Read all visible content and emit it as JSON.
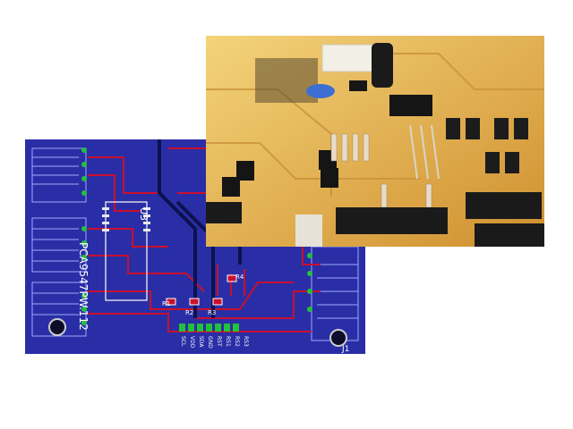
{
  "layout": {
    "chip_name": "PCA9547PW.112",
    "chip_ref": "U3",
    "connector_ref": "J1",
    "resistor_refs": [
      "R1",
      "R2",
      "R3",
      "R4"
    ],
    "header_pins": [
      "SCL",
      "VDD",
      "SDA",
      "GND",
      "RST",
      "RS1",
      "RS2",
      "RS3"
    ]
  },
  "colors": {
    "board": "#2a2ea6",
    "trace": "#c8102e",
    "pad": "#22c23a",
    "silkscreen": "#ffffff",
    "photo_board": "#e9b54a"
  }
}
